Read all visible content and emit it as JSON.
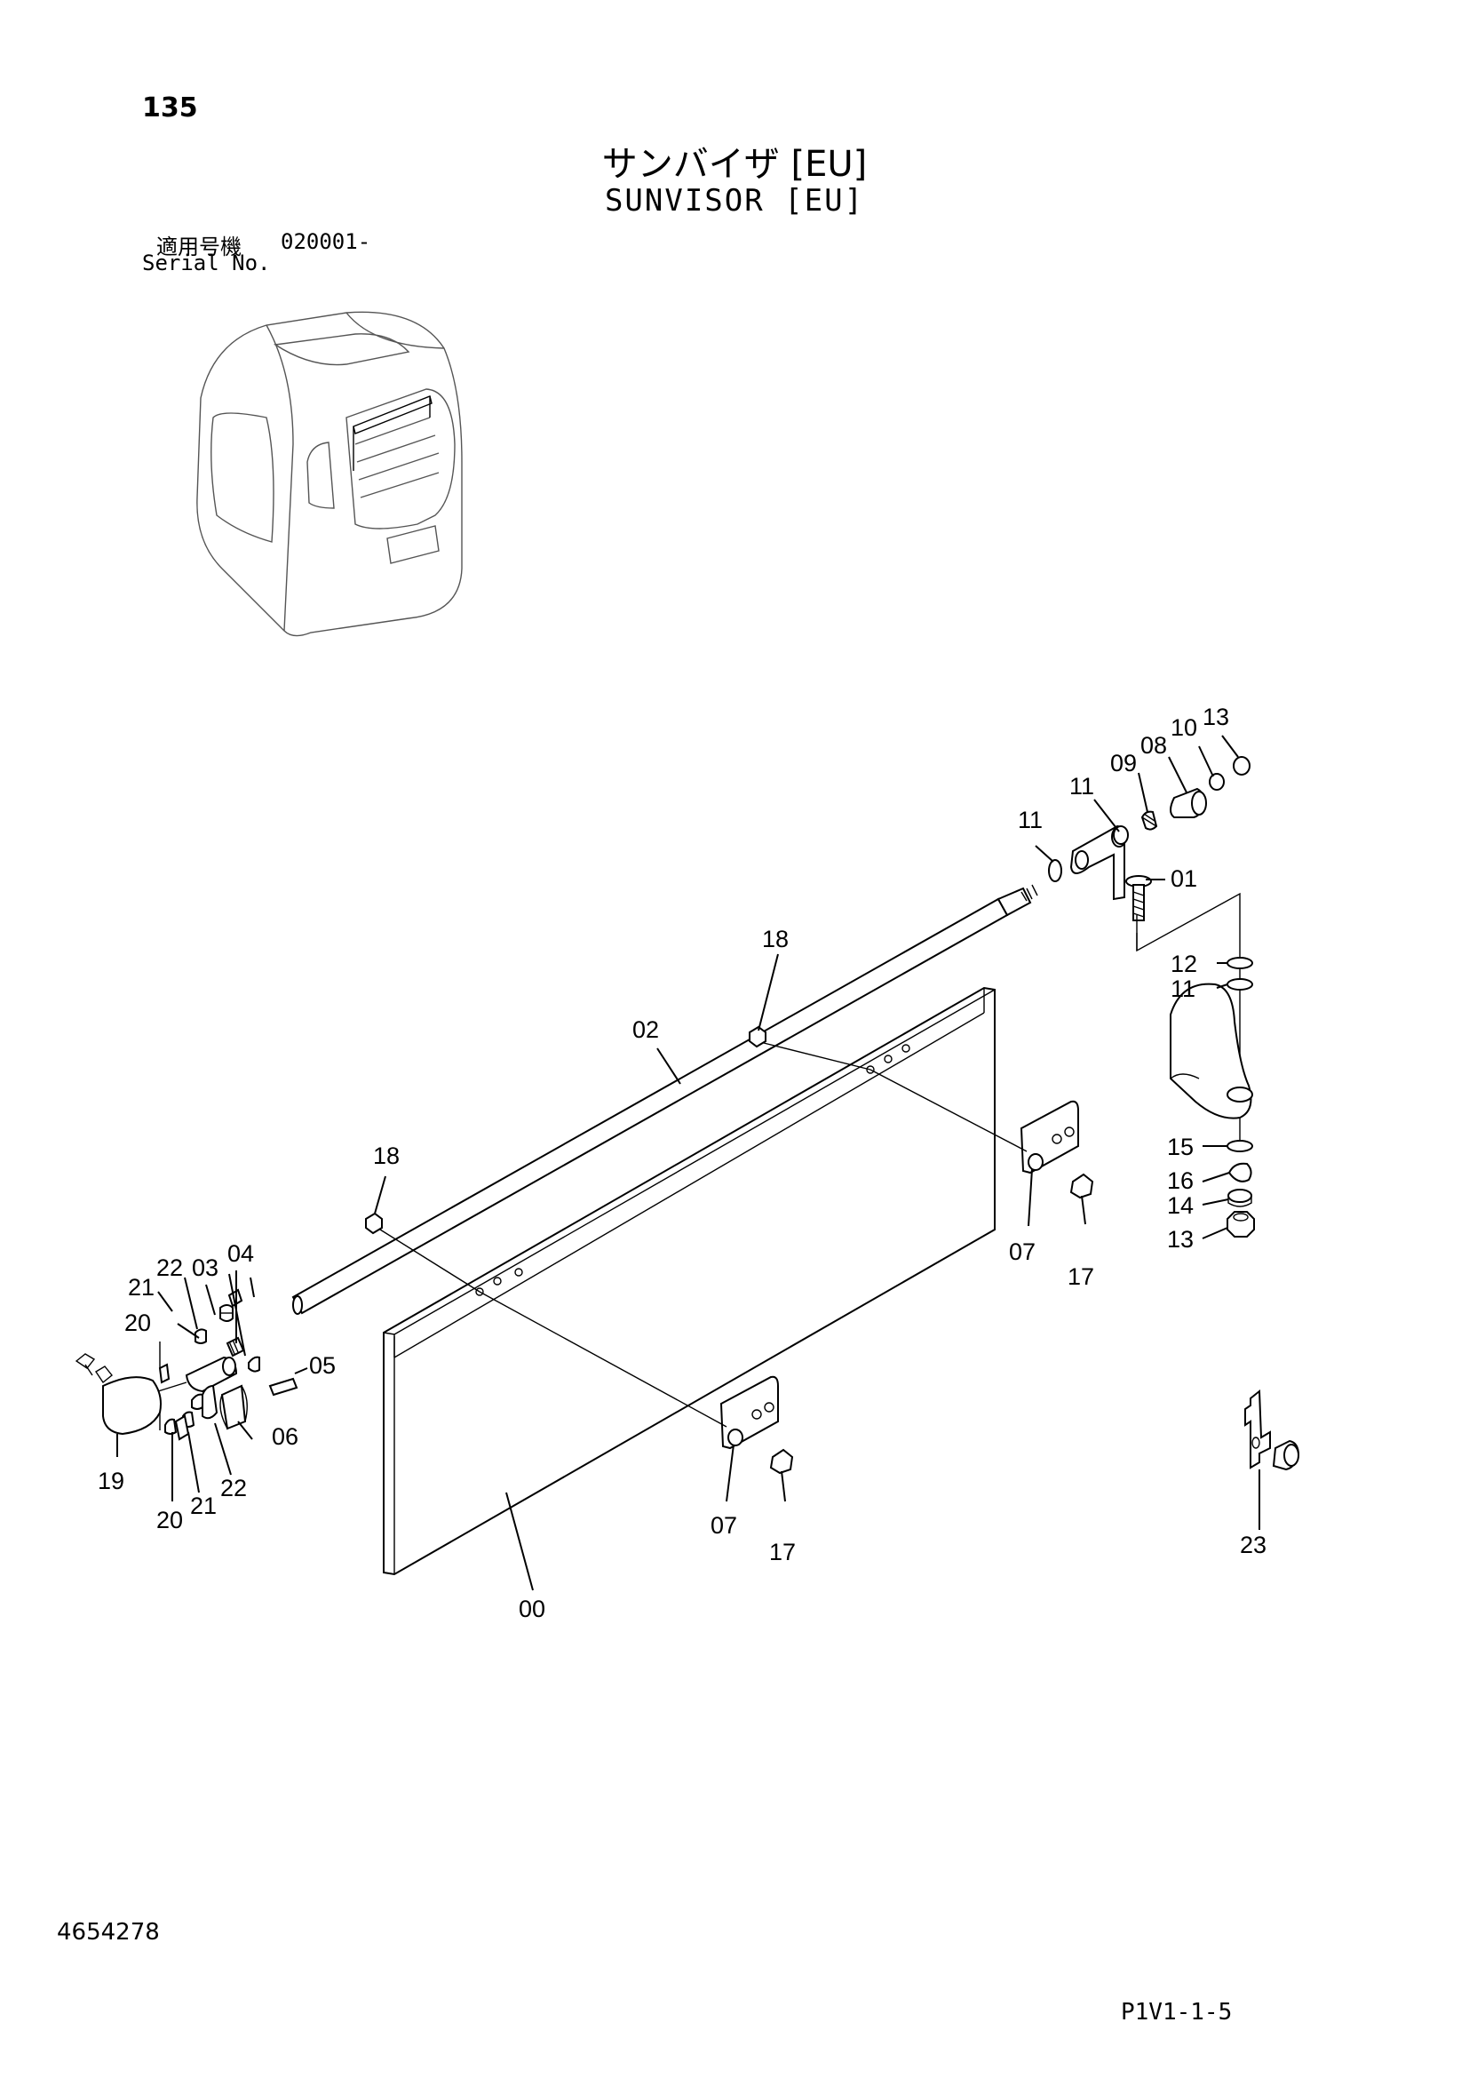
{
  "header": {
    "page_number": "135",
    "title_jp": "サンバイザ [EU]",
    "title_en": "SUNVISOR [EU]",
    "serial_label_jp": "適用号機",
    "serial_value": "020001-",
    "serial_label_en": "Serial No."
  },
  "footer": {
    "doc_number": "4654278",
    "page_code": "P1V1-1-5"
  },
  "callouts": [
    {
      "id": "c13a",
      "label": "13"
    },
    {
      "id": "c10",
      "label": "10"
    },
    {
      "id": "c08",
      "label": "08"
    },
    {
      "id": "c09",
      "label": "09"
    },
    {
      "id": "c11a",
      "label": "11"
    },
    {
      "id": "c11b",
      "label": "11"
    },
    {
      "id": "c01",
      "label": "01"
    },
    {
      "id": "c18a",
      "label": "18"
    },
    {
      "id": "c02",
      "label": "02"
    },
    {
      "id": "c12",
      "label": "12"
    },
    {
      "id": "c11c",
      "label": "11"
    },
    {
      "id": "c15",
      "label": "15"
    },
    {
      "id": "c16",
      "label": "16"
    },
    {
      "id": "c14",
      "label": "14"
    },
    {
      "id": "c13b",
      "label": "13"
    },
    {
      "id": "c18b",
      "label": "18"
    },
    {
      "id": "c07a",
      "label": "07"
    },
    {
      "id": "c17a",
      "label": "17"
    },
    {
      "id": "c22a",
      "label": "22"
    },
    {
      "id": "c03",
      "label": "03"
    },
    {
      "id": "c04",
      "label": "04"
    },
    {
      "id": "c21a",
      "label": "21"
    },
    {
      "id": "c20a",
      "label": "20"
    },
    {
      "id": "c05",
      "label": "05"
    },
    {
      "id": "c06",
      "label": "06"
    },
    {
      "id": "c19",
      "label": "19"
    },
    {
      "id": "c22b",
      "label": "22"
    },
    {
      "id": "c21b",
      "label": "21"
    },
    {
      "id": "c20b",
      "label": "20"
    },
    {
      "id": "c07b",
      "label": "07"
    },
    {
      "id": "c17b",
      "label": "17"
    },
    {
      "id": "c00",
      "label": "00"
    },
    {
      "id": "c23",
      "label": "23"
    }
  ]
}
